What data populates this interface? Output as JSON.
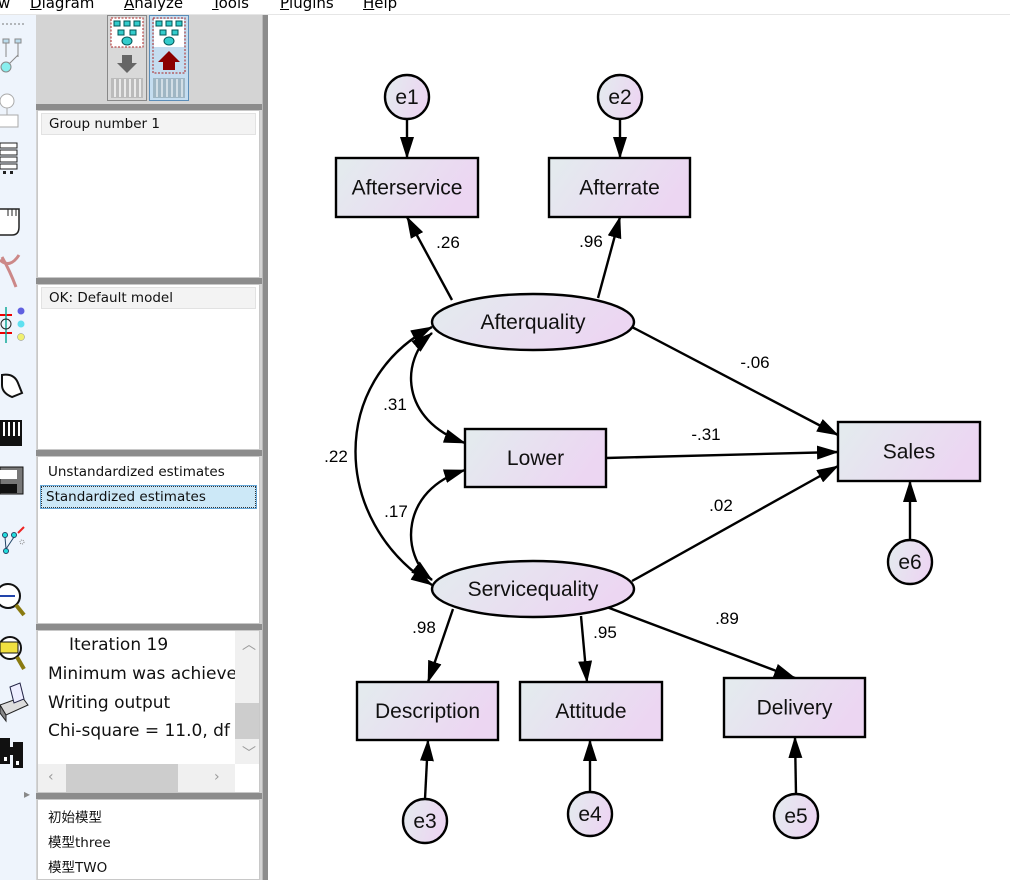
{
  "menubar": {
    "items": [
      {
        "label": "w",
        "underline": ""
      },
      {
        "label": "Diagram",
        "underline": "D"
      },
      {
        "label": "Analyze",
        "underline": "A"
      },
      {
        "label": "Tools",
        "underline": "T"
      },
      {
        "label": "Plugins",
        "underline": "P"
      },
      {
        "label": "Help",
        "underline": "H"
      }
    ]
  },
  "toolbar": {
    "tools": [
      {
        "icon": "draw-indicator-icon"
      },
      {
        "icon": "draw-latent-variable-icon"
      },
      {
        "icon": "list-variables-icon"
      },
      {
        "icon": "move-hand-icon"
      },
      {
        "icon": "erase-icon"
      },
      {
        "icon": "rotate-indicators-icon"
      },
      {
        "icon": "touch-up-icon"
      },
      {
        "icon": "data-file-icon"
      },
      {
        "icon": "save-icon"
      },
      {
        "icon": "preserve-symmetry-icon"
      },
      {
        "icon": "zoom-out-icon"
      },
      {
        "icon": "zoom-text-icon"
      },
      {
        "icon": "print-icon"
      },
      {
        "icon": "binoculars-icon"
      }
    ],
    "expand_glyph": "▸"
  },
  "view_toggle": {
    "input_view_label": "View input path diagram",
    "output_view_label": "View output path diagram",
    "active": "output"
  },
  "panes": {
    "groups": {
      "header": "Group number 1"
    },
    "models": {
      "header": "OK: Default model"
    },
    "estimates": {
      "items": [
        {
          "label": "Unstandardized estimates",
          "selected": false
        },
        {
          "label": "Standardized estimates",
          "selected": true
        }
      ]
    },
    "log": {
      "lines": [
        "Iteration 19",
        "Minimum was achieved",
        "Writing output",
        "Chi-square = 11.0, df"
      ]
    },
    "files": {
      "items": [
        "初始模型",
        "模型three",
        "模型TWO"
      ]
    }
  },
  "diagram": {
    "colors": {
      "node_fill_start": "#e3ecee",
      "node_fill_end": "#ecd6f2",
      "stroke": "#000000"
    },
    "errors": [
      "e1",
      "e2",
      "e3",
      "e4",
      "e5",
      "e6"
    ],
    "observed": [
      "Afterservice",
      "Afterrate",
      "Lower",
      "Sales",
      "Description",
      "Attitude",
      "Delivery"
    ],
    "latent": [
      "Afterquality",
      "Servicequality"
    ],
    "paths": [
      {
        "from": "Afterquality",
        "to": "Afterservice",
        "estimate": ".26"
      },
      {
        "from": "Afterquality",
        "to": "Afterrate",
        "estimate": ".96"
      },
      {
        "from": "Afterquality",
        "to": "Sales",
        "estimate": "-.06"
      },
      {
        "from": "Lower",
        "to": "Sales",
        "estimate": "-.31"
      },
      {
        "from": "Servicequality",
        "to": "Sales",
        "estimate": ".02"
      },
      {
        "from": "Servicequality",
        "to": "Description",
        "estimate": ".98"
      },
      {
        "from": "Servicequality",
        "to": "Attitude",
        "estimate": ".95"
      },
      {
        "from": "Servicequality",
        "to": "Delivery",
        "estimate": ".89"
      }
    ],
    "covariances": [
      {
        "a": "Afterquality",
        "b": "Lower",
        "estimate": ".31"
      },
      {
        "a": "Servicequality",
        "b": "Lower",
        "estimate": ".17"
      },
      {
        "a": "Afterquality",
        "b": "Servicequality",
        "estimate": ".22"
      }
    ]
  }
}
